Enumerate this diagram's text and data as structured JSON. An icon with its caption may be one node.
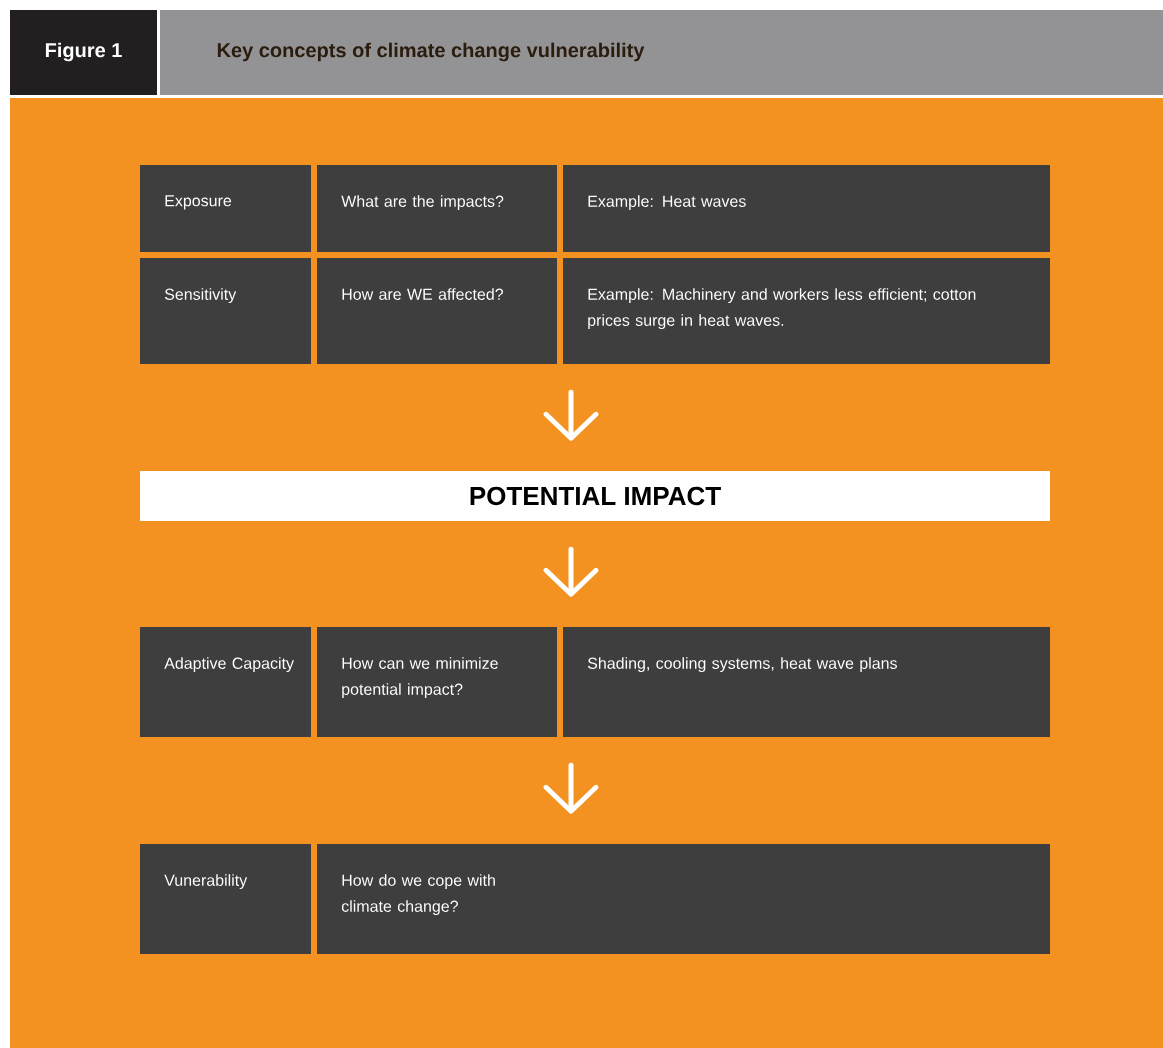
{
  "diagram": {
    "title": "Key concepts of climate change vulnerability",
    "nodes": [
      {
        "text": [
          "Exposure"
        ]
      },
      {
        "text": [
          "What are the impacts?"
        ]
      },
      {
        "text": [
          "Example: Heat waves"
        ]
      },
      {
        "text": [
          "Sensitivity"
        ]
      },
      {
        "text": [
          "How are WE affected?"
        ]
      },
      {
        "text": [
          "Example: Machinery and workers less efficient; cotton prices surge in heat waves."
        ]
      },
      {
        "text": [
          "POTENTIAL IMPACT"
        ]
      },
      {
        "text": [
          "Adaptive Capacity"
        ]
      },
      {
        "text": [
          "How can we minimize potential impact?"
        ]
      },
      {
        "text": [
          "Shading, cooling systems, heat wave plans"
        ]
      },
      {
        "text": [
          "Vunerability"
        ]
      },
      {
        "text": [
          "How do we cope with climate change?"
        ]
      }
    ],
    "edges": [
      {
        "from": 5,
        "to": 6,
        "arrow": "to"
      },
      {
        "from": 6,
        "to": 9,
        "arrow": "to"
      },
      {
        "from": 9,
        "to": 11,
        "arrow": "to"
      }
    ],
    "labels": [
      "Figure 1"
    ]
  }
}
